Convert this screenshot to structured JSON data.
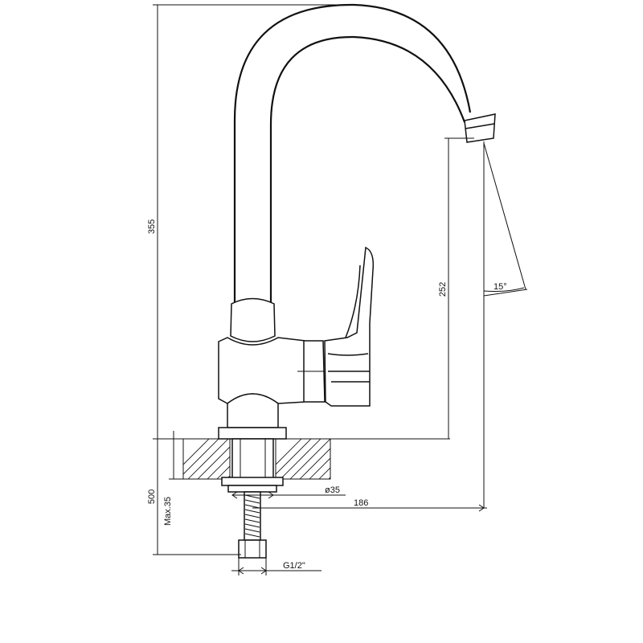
{
  "dimensions": {
    "total_height": "355",
    "spout_height": "252",
    "spout_angle": "15°",
    "pipe_diameter": "ø35",
    "spout_reach": "186",
    "hose_length": "500",
    "max_thickness": "Max.35",
    "thread": "G1/2\""
  },
  "colors": {
    "line": "#111111",
    "background": "#ffffff"
  }
}
